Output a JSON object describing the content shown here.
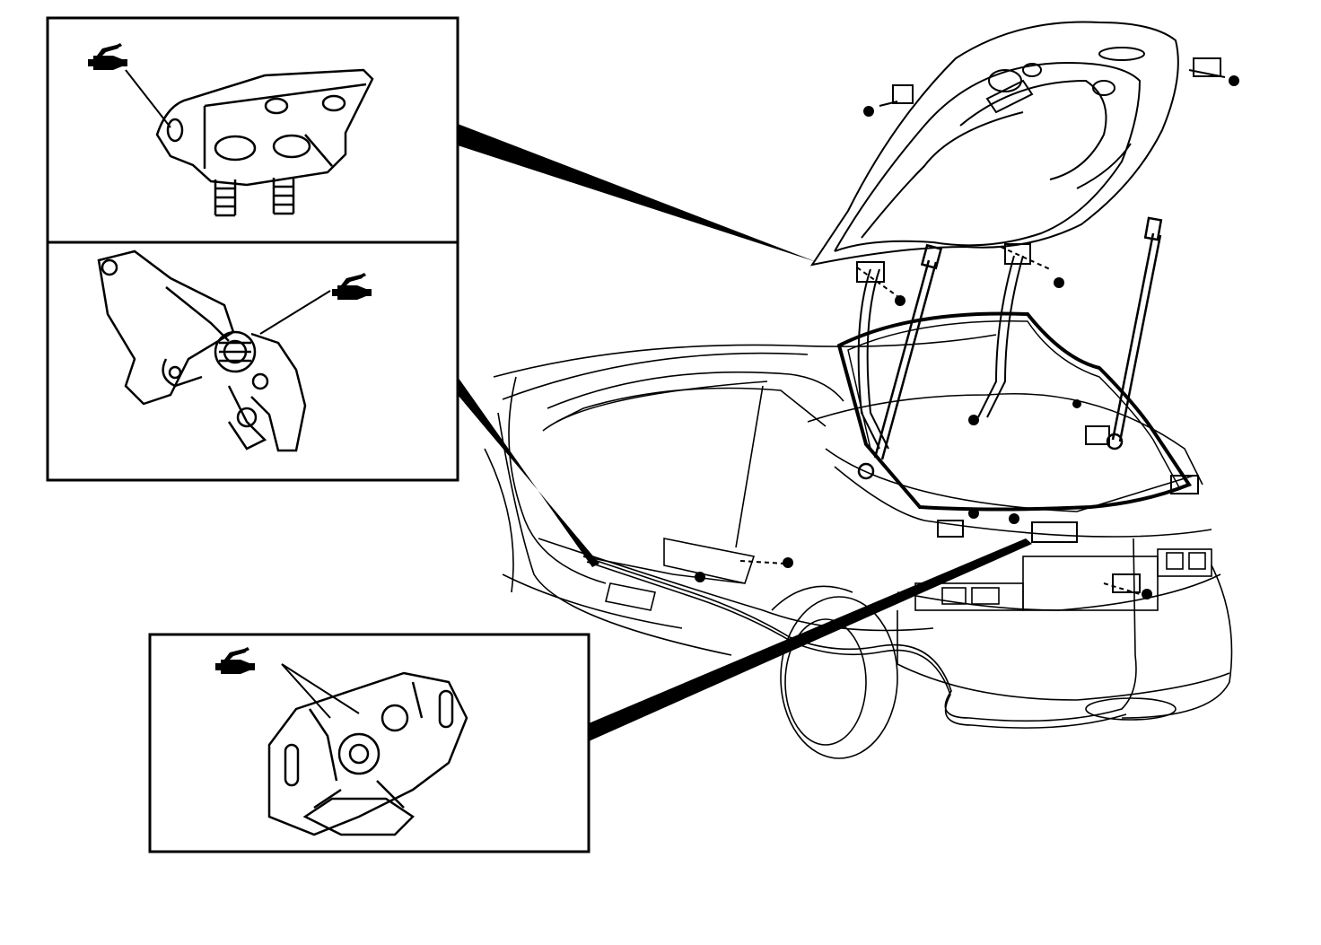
{
  "diagram": {
    "callouts": [
      {
        "id": "upper-hinge-detail",
        "part": "hinge-bracket",
        "icon": "grease-gun-icon"
      },
      {
        "id": "lower-hinge-detail",
        "part": "hinge-assembly",
        "icon": "grease-gun-icon"
      },
      {
        "id": "latch-detail",
        "part": "trunk-latch",
        "icon": "grease-gun-icon"
      }
    ],
    "colors": {
      "ink": "#000000",
      "paper": "#ffffff"
    }
  }
}
